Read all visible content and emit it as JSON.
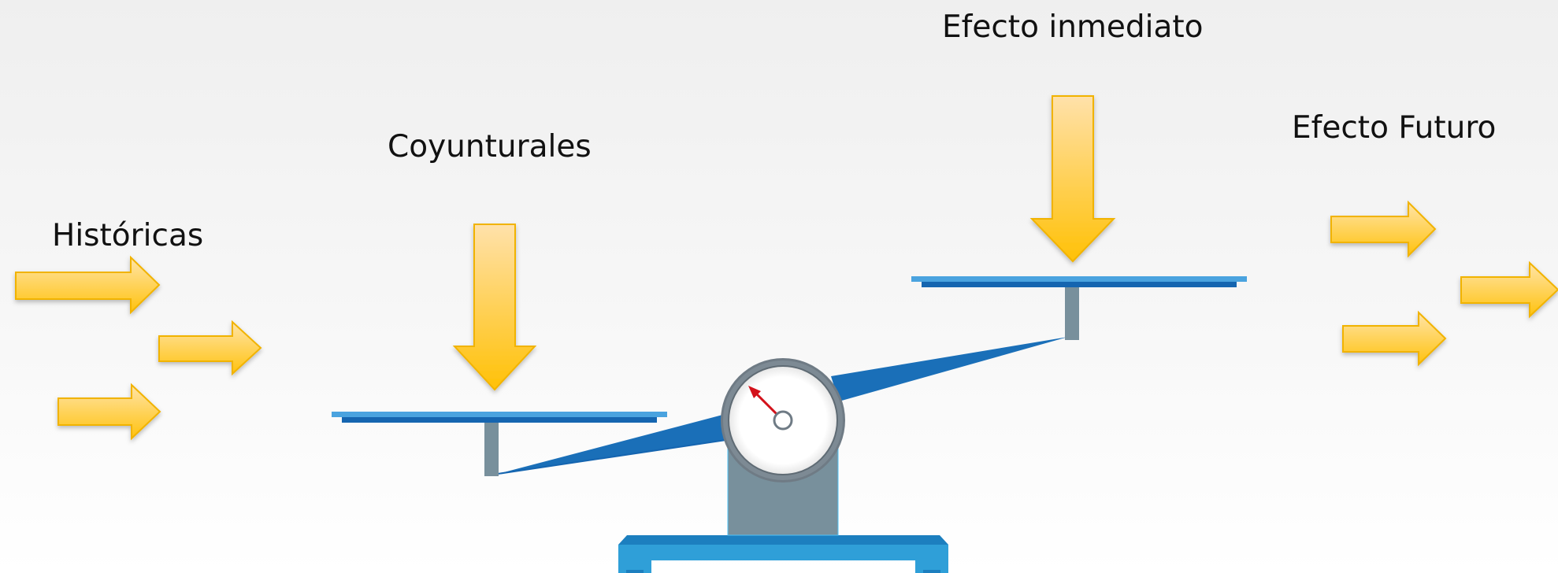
{
  "labels": {
    "historicas": "Históricas",
    "coyunturales": "Coyunturales",
    "efecto_inmediato": "Efecto inmediato",
    "efecto_futuro": "Efecto Futuro"
  },
  "icons": {
    "arrow": "arrow-icon",
    "scale": "balance-scale-icon",
    "gauge": "gauge-dial-icon",
    "needle": "gauge-needle-icon"
  },
  "colors": {
    "arrow_light": "#ffe0a3",
    "arrow_dark": "#ffc20e",
    "arrow_stroke": "#f0b400",
    "plate_top": "#4aa3df",
    "plate_bottom": "#1565b0",
    "beam": "#1a6fb8",
    "post": "#78909c",
    "gauge_ring": "#6f7b85",
    "gauge_face": "#ffffff",
    "needle": "#d3121b",
    "base": "#2f9fd8",
    "base_dark": "#1c7fbf"
  },
  "gauge": {
    "needle_direction": "upper-left"
  }
}
